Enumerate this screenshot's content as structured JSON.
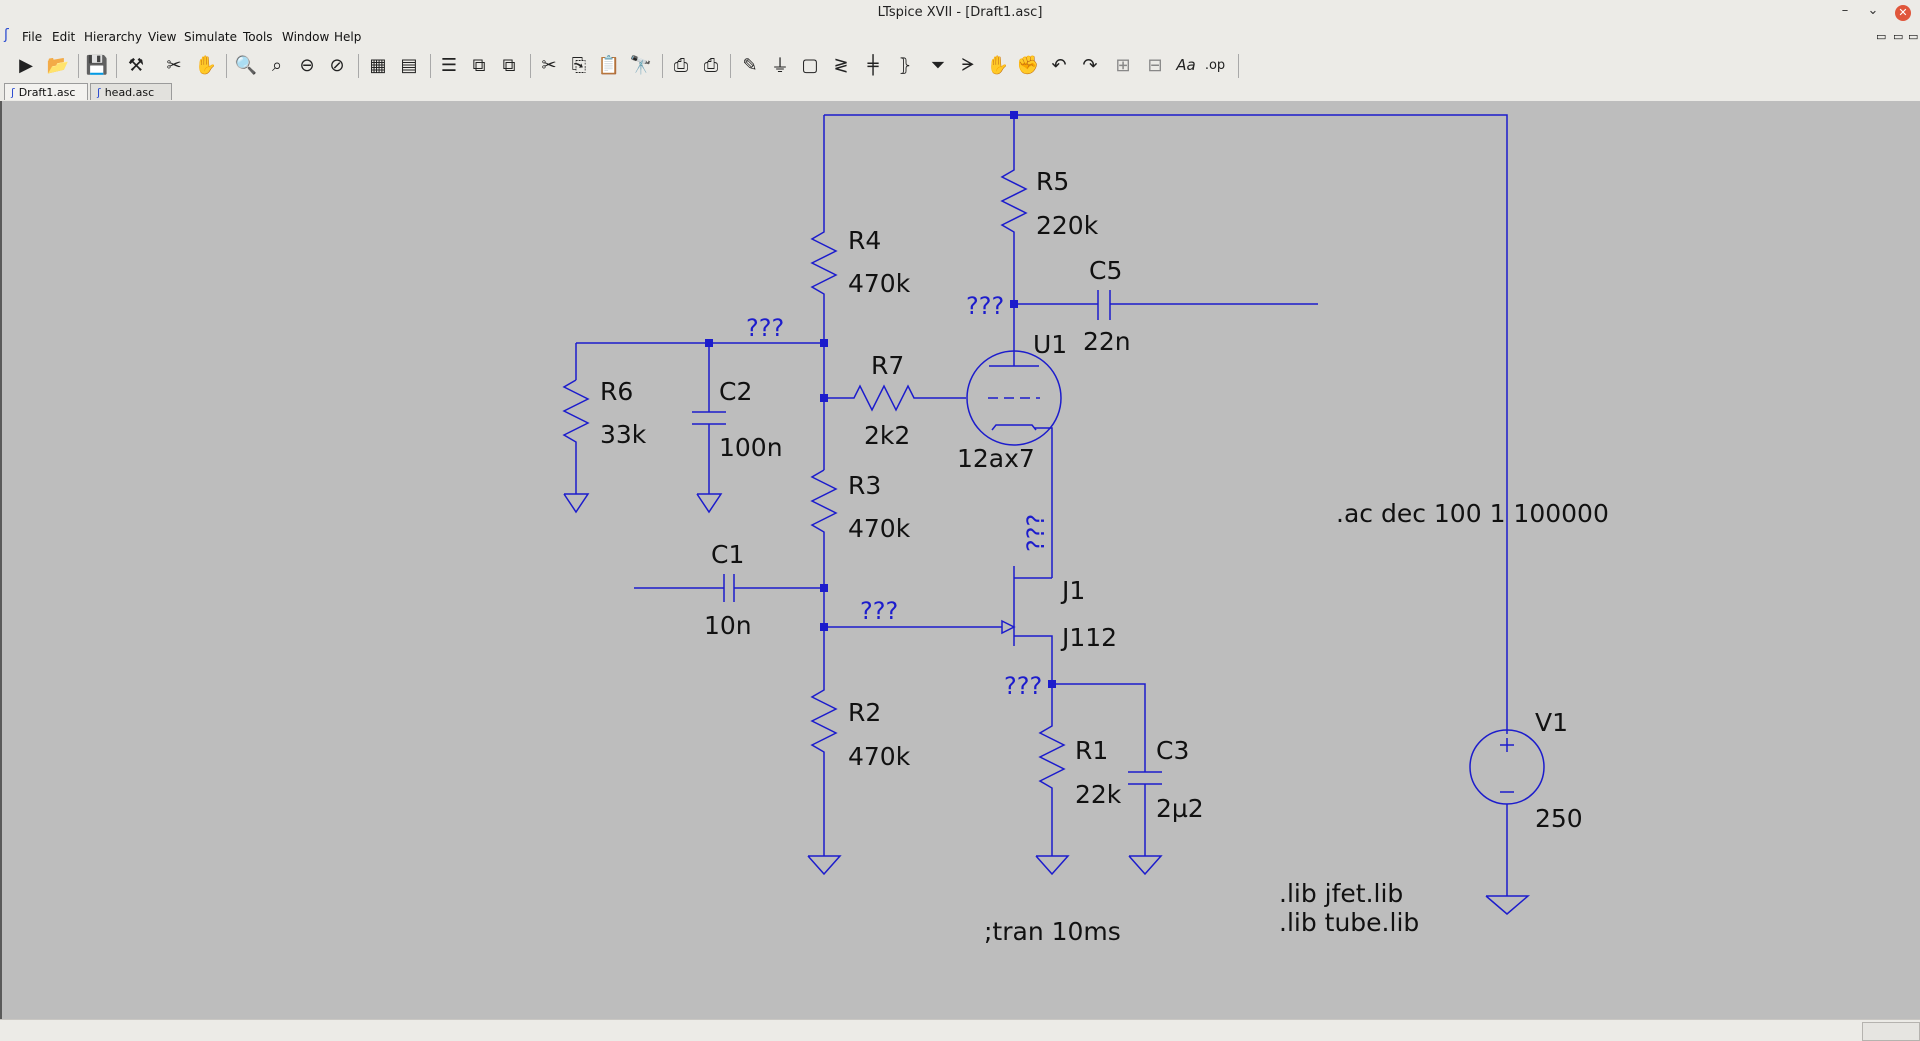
{
  "window": {
    "title": "LTspice XVII - [Draft1.asc]",
    "controls": [
      "–",
      "⌄",
      "✕"
    ]
  },
  "menu": [
    "File",
    "Edit",
    "Hierarchy",
    "View",
    "Simulate",
    "Tools",
    "Window",
    "Help"
  ],
  "toolbar_icons": [
    "run-icon",
    "open-icon",
    "save-icon",
    "control-panel-icon",
    "halt-icon",
    "pan-icon",
    "zoom-in-icon",
    "zoom-area-icon",
    "zoom-out-icon",
    "zoom-fit-icon",
    "waveform-icon",
    "grid-icon",
    "tile-horizontal-icon",
    "tile-vertical-icon",
    "cascade-icon",
    "cut-icon",
    "copy-icon",
    "paste-icon",
    "find-icon",
    "print-icon",
    "print-preview-icon",
    "wire-icon",
    "ground-icon",
    "label-icon",
    "resistor-icon",
    "capacitor-icon",
    "inductor-icon",
    "diode-icon",
    "component-icon",
    "move-icon",
    "drag-icon",
    "undo-icon",
    "redo-icon",
    "rotate-icon",
    "mirror-icon",
    "text-icon",
    "spice-directive-icon"
  ],
  "tabs": [
    {
      "label": "Draft1.asc",
      "active": true
    },
    {
      "label": "head.asc",
      "active": false
    }
  ],
  "schematic": {
    "components": [
      {
        "ref": "R5",
        "value": "220k"
      },
      {
        "ref": "R4",
        "value": "470k"
      },
      {
        "ref": "C5",
        "value": "22n"
      },
      {
        "ref": "U1",
        "value": "12ax7"
      },
      {
        "ref": "R7",
        "value": "2k2"
      },
      {
        "ref": "R6",
        "value": "33k"
      },
      {
        "ref": "C2",
        "value": "100n"
      },
      {
        "ref": "R3",
        "value": "470k"
      },
      {
        "ref": "C1",
        "value": "10n"
      },
      {
        "ref": "J1",
        "value": "J112"
      },
      {
        "ref": "R2",
        "value": "470k"
      },
      {
        "ref": "R1",
        "value": "22k"
      },
      {
        "ref": "C3",
        "value": "2µ2"
      },
      {
        "ref": "V1",
        "value": "250"
      }
    ],
    "net_labels": [
      "???",
      "???",
      "???",
      "???",
      "???"
    ],
    "directives": {
      "ac": ".ac dec 100 1 100000",
      "tran": ";tran 10ms",
      "lib1": ".lib jfet.lib",
      "lib2": ".lib tube.lib"
    },
    "colors": {
      "wire": "#1c1ccc",
      "text": "#111111",
      "label": "#1c1ccc",
      "background": "#bdbdbd"
    }
  }
}
